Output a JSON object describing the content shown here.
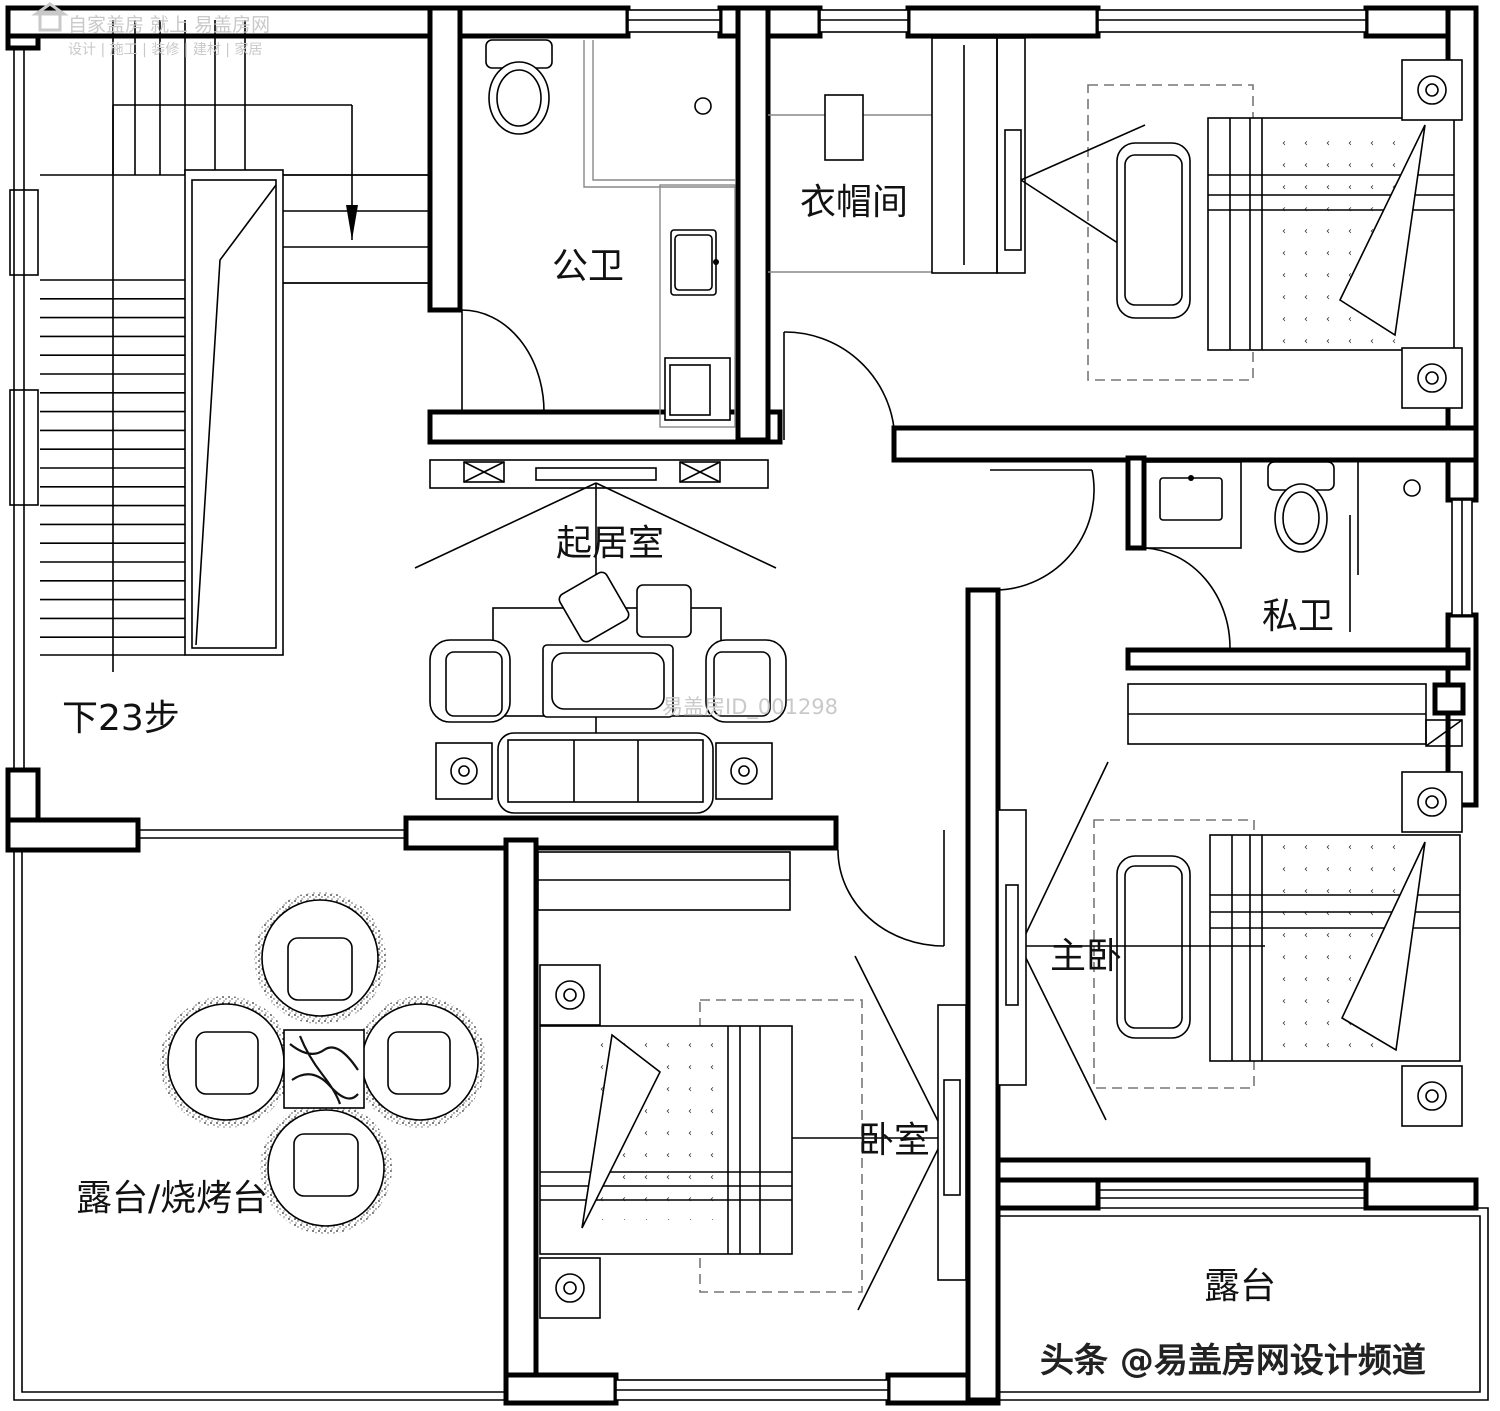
{
  "logo": {
    "title": "自家盖房 就上 易盖房网",
    "subtitle": "设计 | 施工 | 装修 | 建材 | 家居"
  },
  "rooms": {
    "public_bath": "公卫",
    "cloakroom": "衣帽间",
    "living_room": "起居室",
    "private_bath": "私卫",
    "master_bedroom": "主卧",
    "bedroom": "卧室",
    "terrace_bbq": "露台/烧烤台",
    "terrace": "露台"
  },
  "stairs": {
    "label": "下23步"
  },
  "watermark": "易盖房ID_001298",
  "credit": "头条 @易盖房网设计频道"
}
